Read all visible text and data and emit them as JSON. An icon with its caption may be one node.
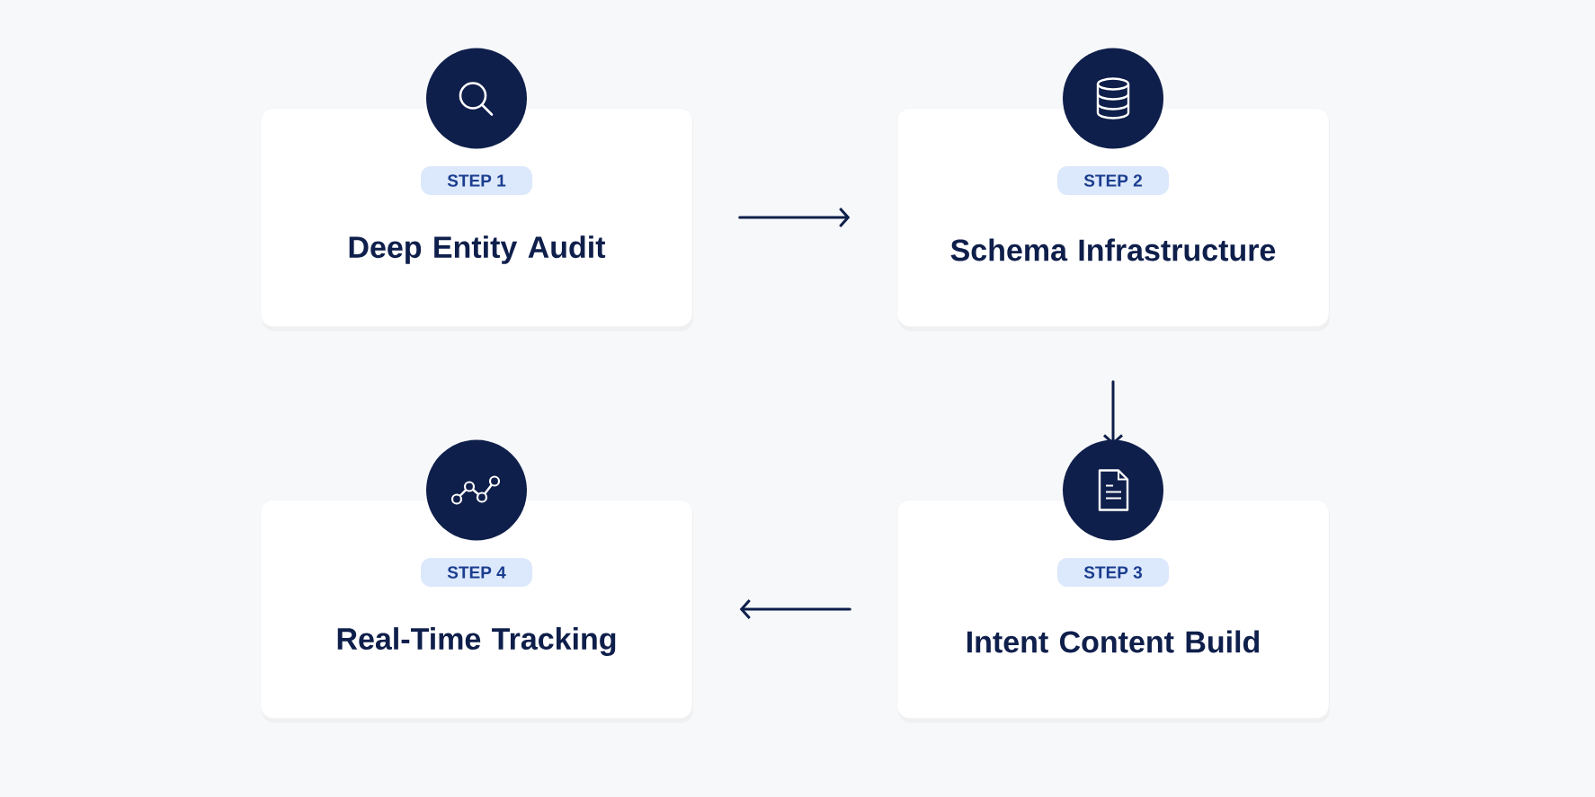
{
  "diagram": {
    "nodes": [
      {
        "text": [
          "STEP 1",
          "Deep Entity Audit"
        ]
      },
      {
        "text": [
          "STEP 2",
          "Schema Infrastructure"
        ]
      },
      {
        "text": [
          "STEP 3",
          "Intent Content Build"
        ]
      },
      {
        "text": [
          "STEP 4",
          "Real-Time Tracking"
        ]
      }
    ],
    "edges": [
      {
        "from": 0,
        "to": 1,
        "arrow": "to"
      },
      {
        "from": 1,
        "to": 2,
        "arrow": "to"
      },
      {
        "from": 2,
        "to": 3,
        "arrow": "to"
      }
    ]
  }
}
